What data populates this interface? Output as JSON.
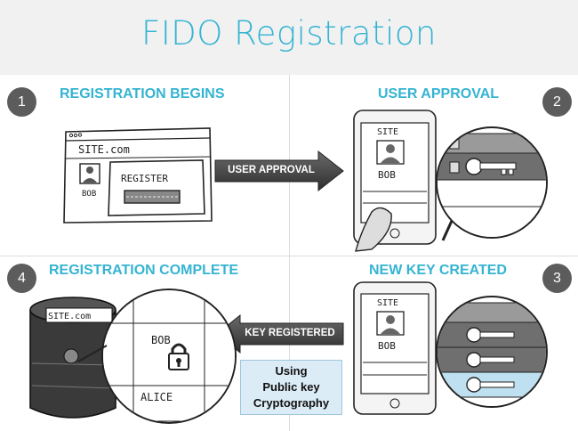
{
  "title": "FIDO Registration",
  "colors": {
    "accent": "#35b4d2",
    "header_bg": "#f1f1f1",
    "badge_bg": "#5c5c5c",
    "arrow_fill": "#444444",
    "key_highlight": "#bfe0f0"
  },
  "steps": [
    {
      "number": "1",
      "title": "REGISTRATION BEGINS"
    },
    {
      "number": "2",
      "title": "USER APPROVAL"
    },
    {
      "number": "3",
      "title": "NEW KEY CREATED"
    },
    {
      "number": "4",
      "title": "REGISTRATION COMPLETE"
    }
  ],
  "arrows": {
    "top": "USER APPROVAL",
    "bottom": "KEY REGISTERED"
  },
  "sketch_text": {
    "site_browser": "SITE.com",
    "register": "REGISTER",
    "user_small": "BOB",
    "phone_site": "SITE",
    "phone_user": "BOB",
    "db_site": "SITE.com",
    "db_bob": "BOB",
    "db_alice": "ALICE"
  },
  "crypto_box": {
    "line1": "Using",
    "line2": "Public key",
    "line3": "Cryptography"
  }
}
